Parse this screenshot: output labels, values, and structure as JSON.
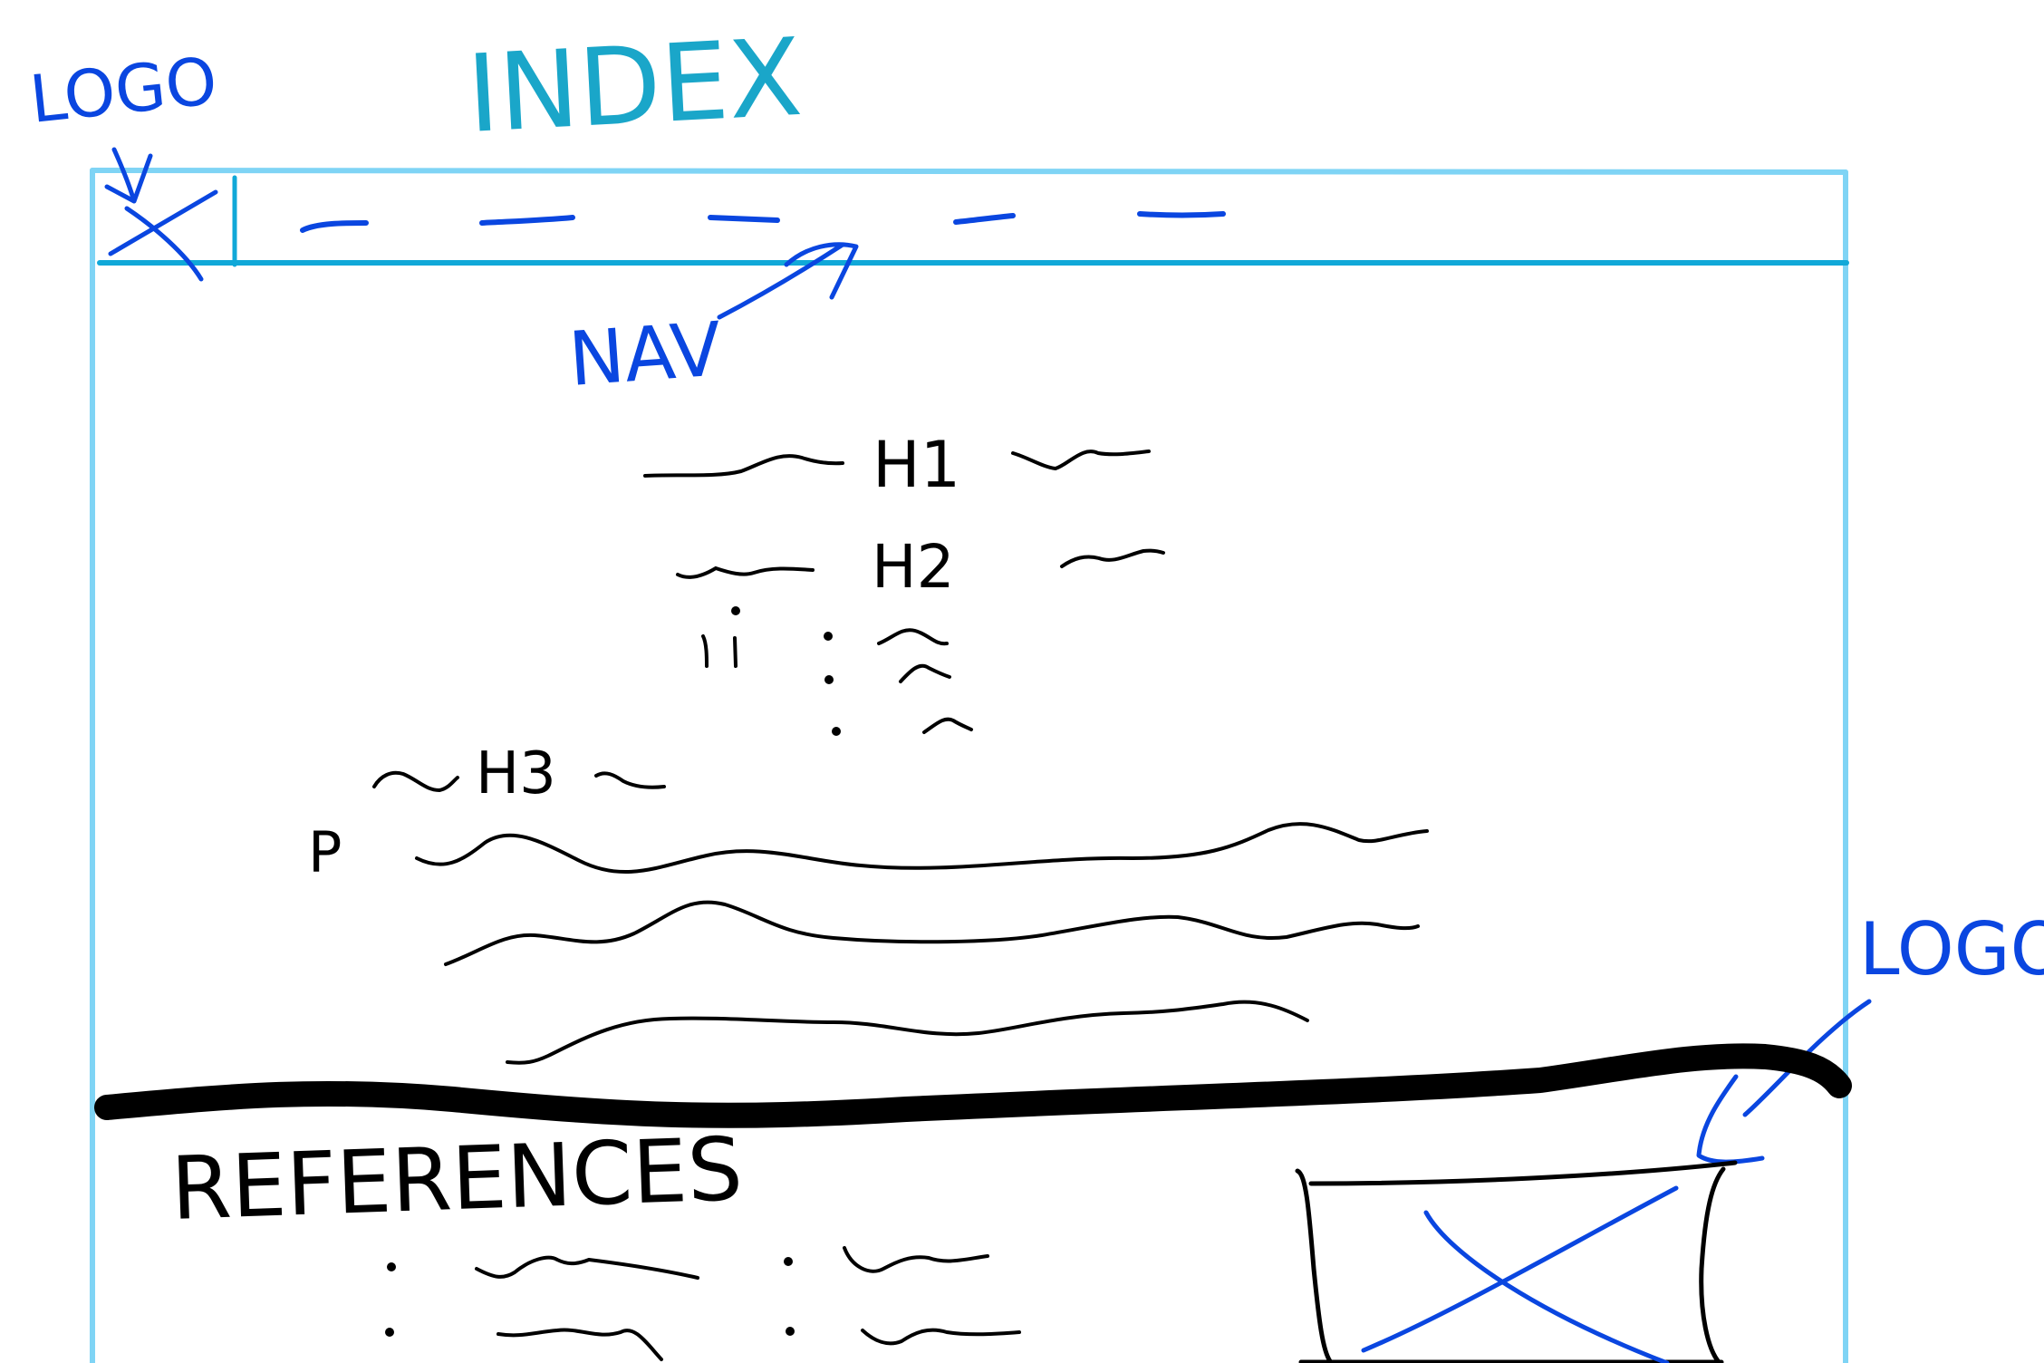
{
  "colors": {
    "annotation_blue": "#0a46e0",
    "frame_cyan": "#7fd4f5",
    "nav_line_cyan": "#10a8d8",
    "index_teal": "#1aa6c9",
    "ink_black": "#000000"
  },
  "annotations": {
    "logo_top": "LOGO",
    "index_title": "INDEX",
    "nav": "NAV",
    "logo_bottom": "LOGO"
  },
  "content": {
    "h1": "H1",
    "h2": "H2",
    "h3": "H3",
    "paragraph_marker": "P",
    "references": "REFERENCES"
  },
  "icons": {
    "top_logo": "x-placeholder-icon",
    "bottom_logo": "x-placeholder-icon"
  }
}
